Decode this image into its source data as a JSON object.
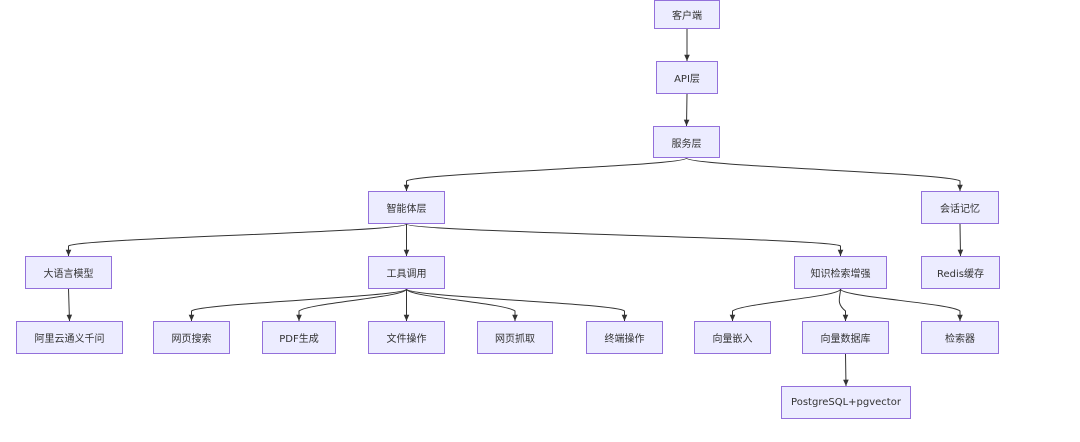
{
  "diagram": {
    "nodes": {
      "client": "客户端",
      "api": "API层",
      "service": "服务层",
      "agent": "智能体层",
      "memory": "会话记忆",
      "llm": "大语言模型",
      "tools": "工具调用",
      "rag": "知识检索增强",
      "redis": "Redis缓存",
      "qwen": "阿里云通义千问",
      "websearch": "网页搜索",
      "pdf": "PDF生成",
      "fileops": "文件操作",
      "webscrape": "网页抓取",
      "terminal": "终端操作",
      "embed": "向量嵌入",
      "vectordb": "向量数据库",
      "retriever": "检索器",
      "pg": "PostgreSQL+pgvector"
    },
    "edges": [
      [
        "client",
        "api"
      ],
      [
        "api",
        "service"
      ],
      [
        "service",
        "agent"
      ],
      [
        "service",
        "memory"
      ],
      [
        "agent",
        "llm"
      ],
      [
        "agent",
        "tools"
      ],
      [
        "agent",
        "rag"
      ],
      [
        "memory",
        "redis"
      ],
      [
        "llm",
        "qwen"
      ],
      [
        "tools",
        "websearch"
      ],
      [
        "tools",
        "pdf"
      ],
      [
        "tools",
        "fileops"
      ],
      [
        "tools",
        "webscrape"
      ],
      [
        "tools",
        "terminal"
      ],
      [
        "rag",
        "embed"
      ],
      [
        "rag",
        "vectordb"
      ],
      [
        "rag",
        "retriever"
      ],
      [
        "vectordb",
        "pg"
      ]
    ],
    "colors": {
      "node_fill": "#ECECFF",
      "node_border": "#9370DB",
      "edge": "#333333"
    }
  }
}
